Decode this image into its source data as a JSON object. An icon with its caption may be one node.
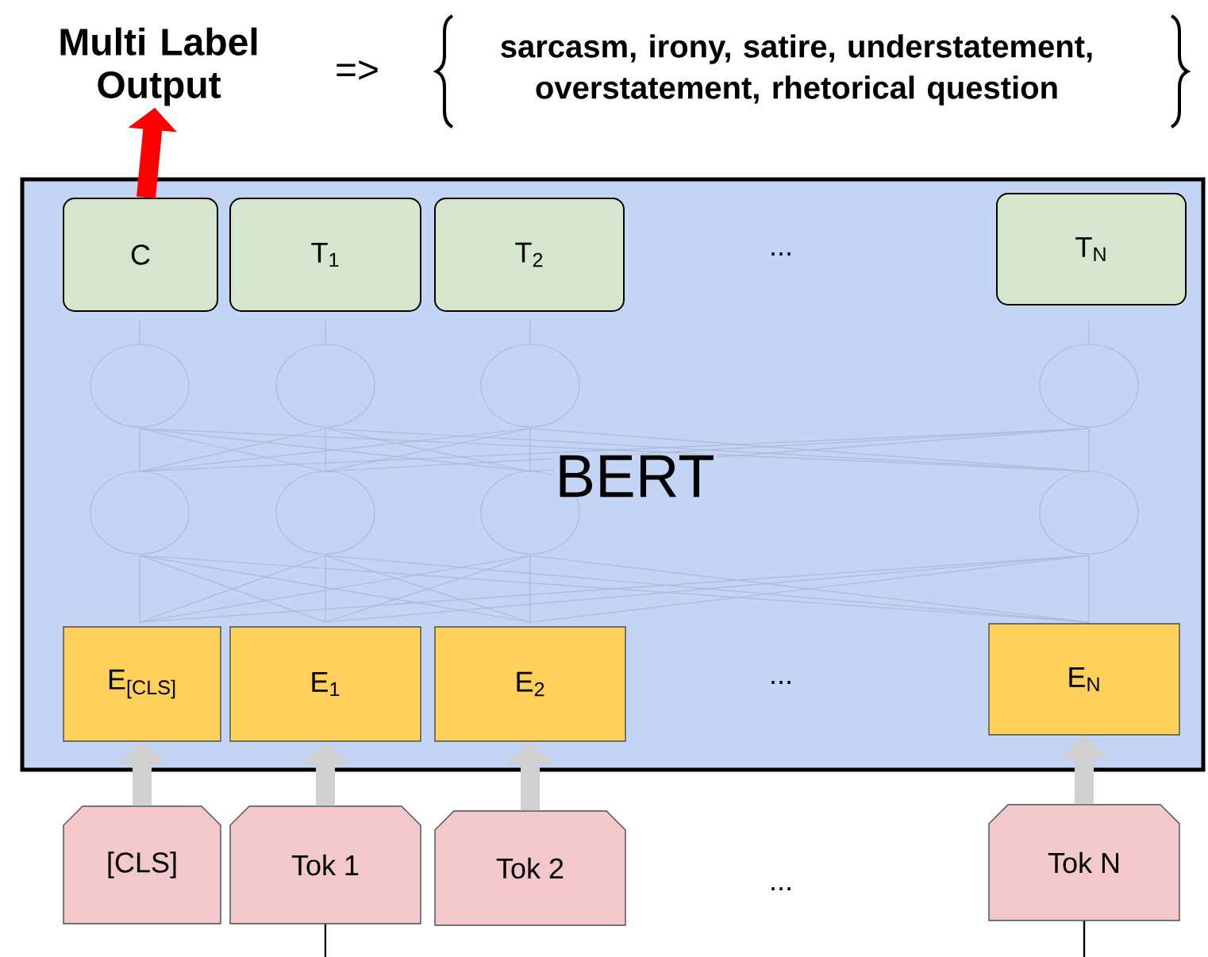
{
  "diagram": {
    "nodes": [
      {
        "text": [
          "BERT"
        ]
      },
      {
        "text": [
          "C"
        ],
        "in": 0
      },
      {
        "text": [
          "T$_{1}$"
        ],
        "in": 0
      },
      {
        "text": [
          "T$_{2}$"
        ],
        "in": 0
      },
      {
        "text": [
          "T$_{N}$"
        ],
        "in": 0
      },
      {
        "text": [
          "E$_{[CLS]}$"
        ],
        "in": 0
      },
      {
        "text": [
          "E$_{1}$"
        ],
        "in": 0
      },
      {
        "text": [
          "E$_{2}$"
        ],
        "in": 0
      },
      {
        "text": [
          "E$_{N}$"
        ],
        "in": 0
      },
      {
        "text": [
          "[CLS]"
        ]
      },
      {
        "text": [
          "Tok 1"
        ]
      },
      {
        "text": [
          "Tok 2"
        ]
      },
      {
        "text": [
          "Tok N"
        ]
      },
      {
        "text": [
          "Multi Label Output"
        ]
      }
    ],
    "edges": [
      {
        "from": 1,
        "to": 13,
        "arrow": "to",
        "color": "#ff0000"
      },
      {
        "from": 9,
        "to": 5,
        "arrow": "to"
      },
      {
        "from": 10,
        "to": 6,
        "arrow": "to"
      },
      {
        "from": 11,
        "to": 7,
        "arrow": "to"
      },
      {
        "from": 12,
        "to": 8,
        "arrow": "to"
      },
      {
        "from": 10,
        "to": null,
        "arrow": "none",
        "color": "#000000"
      },
      {
        "from": 12,
        "to": null,
        "arrow": "none",
        "color": "#000000"
      }
    ],
    "labels": [
      "=>",
      "sarcasm, irony, satire, understatement, overstatement, rhetorical question",
      "...",
      "...",
      "..."
    ]
  }
}
